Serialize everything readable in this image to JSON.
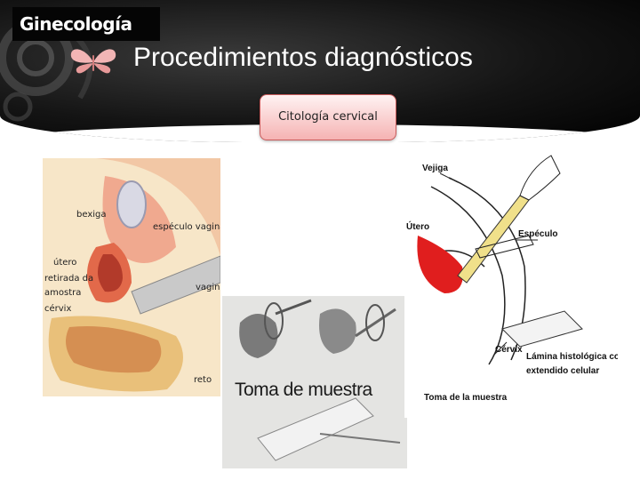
{
  "header": {
    "badge": "Ginecología",
    "title": "Procedimientos diagnósticos",
    "subtitle": "Citología cervical"
  },
  "figures": {
    "left": {
      "labels": {
        "bexiga": "bexiga",
        "especulo": "espéculo vaginal",
        "utero": "útero",
        "retirada1": "retirada da",
        "retirada2": "amostra",
        "cervix": "cérvix",
        "vagina": "vagina",
        "reto": "reto"
      }
    },
    "middle": {
      "caption": "Toma de muestra"
    },
    "right": {
      "labels": {
        "vejiga": "Vejiga",
        "utero": "Útero",
        "especulo": "Espéculo",
        "cervix": "Cérvix",
        "lamina1": "Lámina histológica con el",
        "lamina2": "extendido celular",
        "toma": "Toma de la muestra"
      }
    }
  }
}
